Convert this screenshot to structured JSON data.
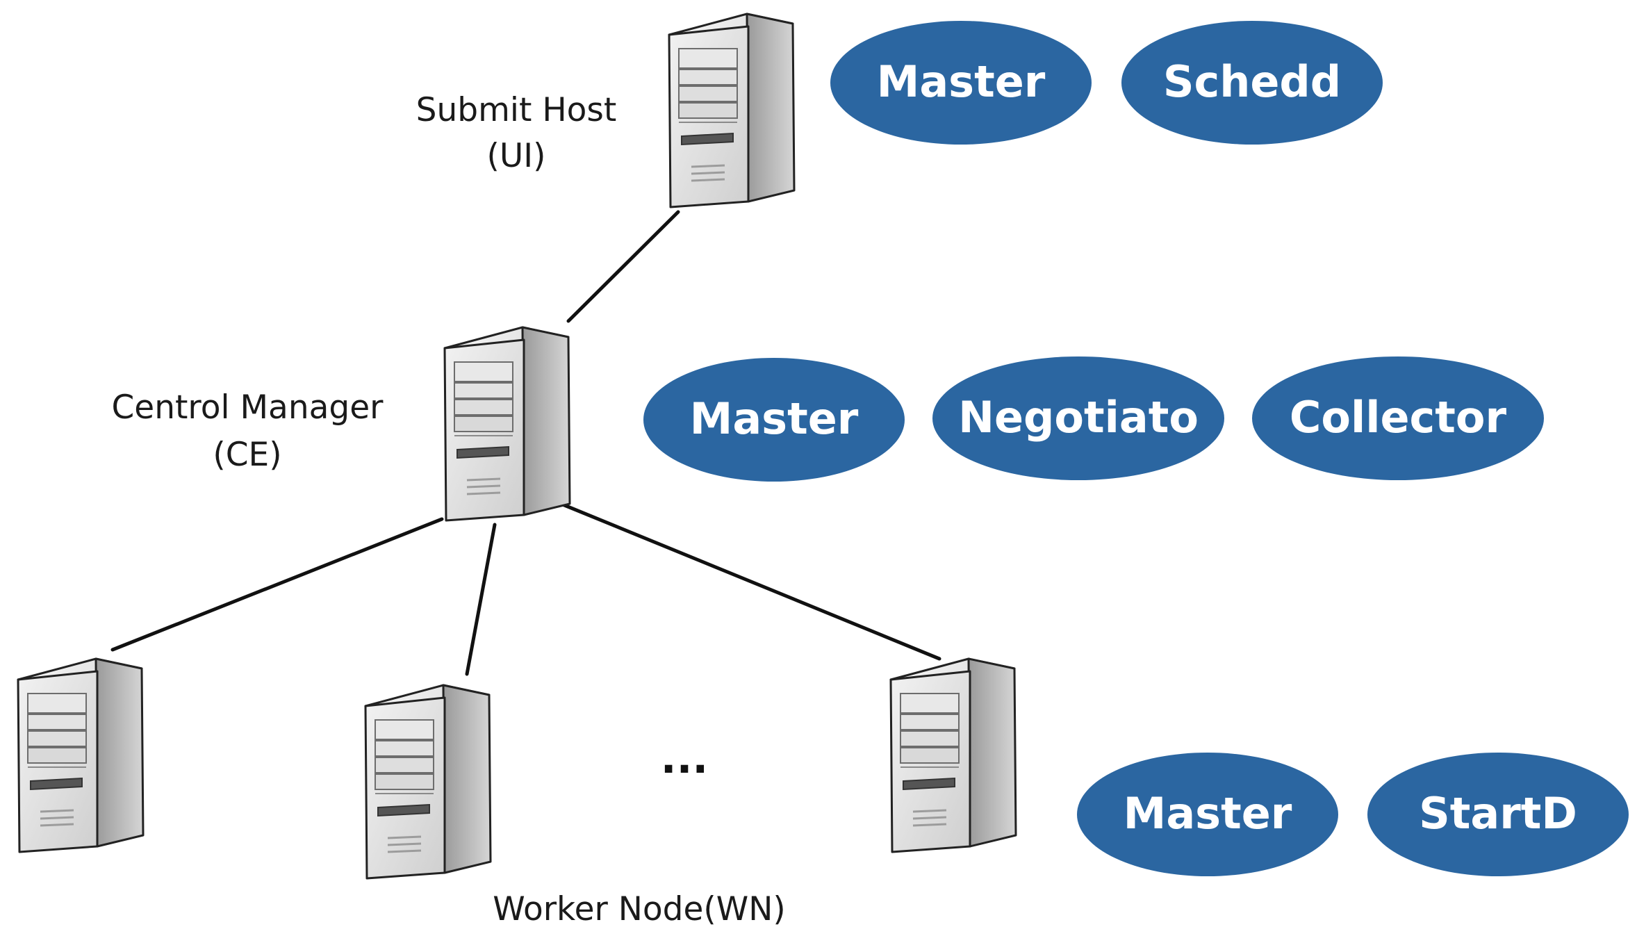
{
  "submit_host": {
    "label_line1": "Submit Host",
    "label_line2": "(UI)",
    "daemons": [
      "Master",
      "Schedd"
    ]
  },
  "central_manager": {
    "label_line1": "Centrol Manager",
    "label_line2": "(CE)",
    "daemons": [
      "Master",
      "Negotiato",
      "Collector"
    ]
  },
  "worker_nodes": {
    "label": "Worker Node(WN)",
    "ellipsis": "...",
    "daemons": [
      "Master",
      "StartD"
    ]
  },
  "colors": {
    "daemon_fill": "#2b66a1",
    "daemon_text": "#ffffff",
    "line": "#111111",
    "server_body": "#e4e4e4"
  },
  "icons": {
    "server": "server-tower-icon"
  }
}
